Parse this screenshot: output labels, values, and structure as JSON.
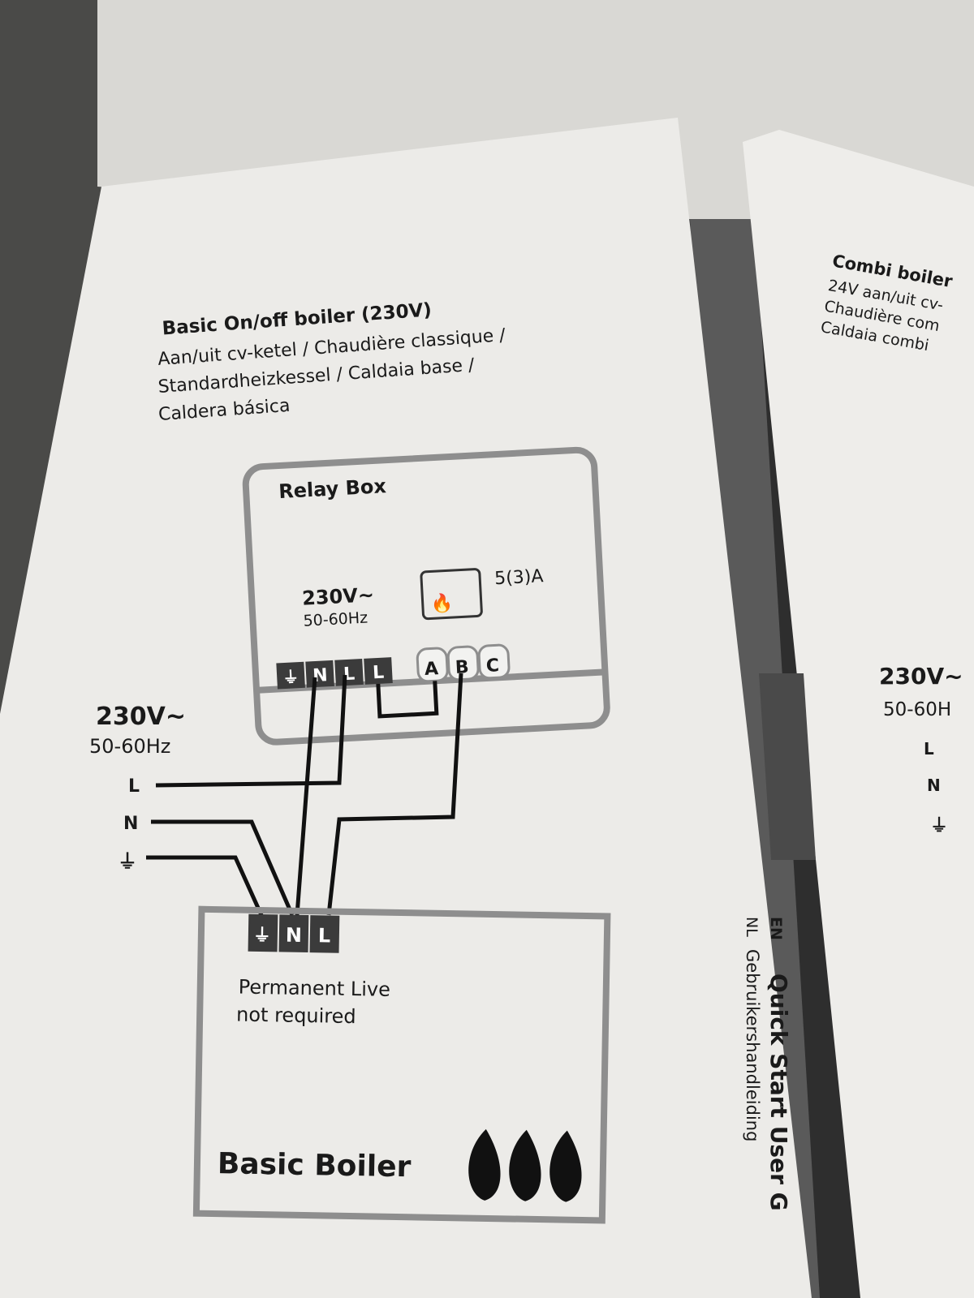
{
  "main_card": {
    "title": "Basic On/off boiler (230V)",
    "subtitle_lines": [
      "Aan/uit cv-ketel / Chaudière classique /",
      "Standardheizkessel / Caldaia base /",
      "Caldera básica"
    ]
  },
  "relay_box": {
    "label": "Relay Box",
    "voltage": "230V~",
    "frequency": "50-60Hz",
    "relay_rating": "5(3)A",
    "terminals": [
      "⏚",
      "N",
      "L",
      "L",
      "A",
      "B",
      "C"
    ]
  },
  "supply": {
    "voltage": "230V~",
    "frequency": "50-60Hz",
    "lines": [
      "L",
      "N",
      "⏚"
    ]
  },
  "boiler": {
    "terminals": [
      "⏚",
      "N",
      "L"
    ],
    "note_lines": [
      "Permanent Live",
      "not required"
    ],
    "label": "Basic Boiler"
  },
  "side_strip": {
    "en_code": "EN",
    "en_title": "Quick Start User G",
    "nl_code": "NL",
    "nl_title": "Gebruikershandleiding"
  },
  "second_card": {
    "title": "Combi boiler",
    "lines": [
      "24V aan/uit cv-",
      "Chaudière com",
      "Caldaia combi"
    ],
    "voltage": "230V~",
    "frequency": "50-60H",
    "wire_labels": [
      "L",
      "N",
      "⏚"
    ]
  }
}
